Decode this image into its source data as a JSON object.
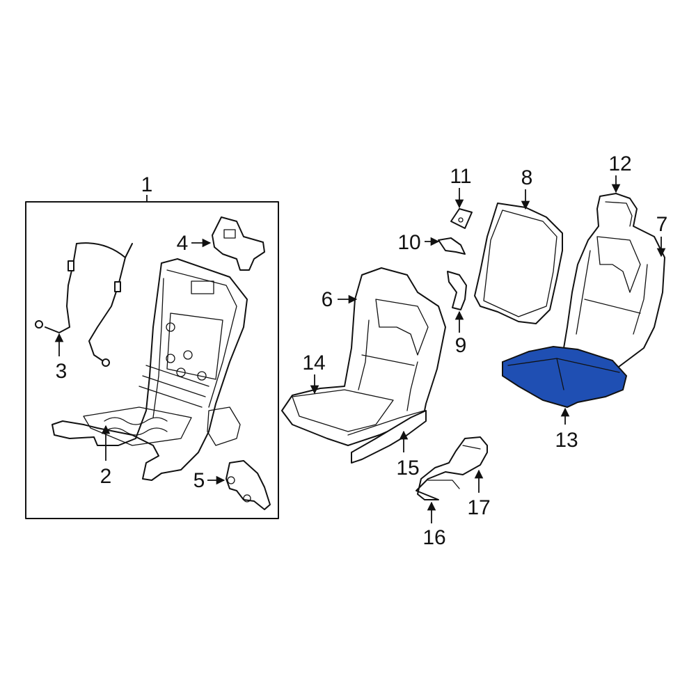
{
  "highlight_color": "#1f4fb3",
  "line_color": "#111111",
  "callouts": {
    "c1": "1",
    "c2": "2",
    "c3": "3",
    "c4": "4",
    "c5": "5",
    "c6": "6",
    "c7": "7",
    "c8": "8",
    "c9": "9",
    "c10": "10",
    "c11": "11",
    "c12": "12",
    "c13": "13",
    "c14": "14",
    "c15": "15",
    "c16": "16",
    "c17": "17"
  }
}
